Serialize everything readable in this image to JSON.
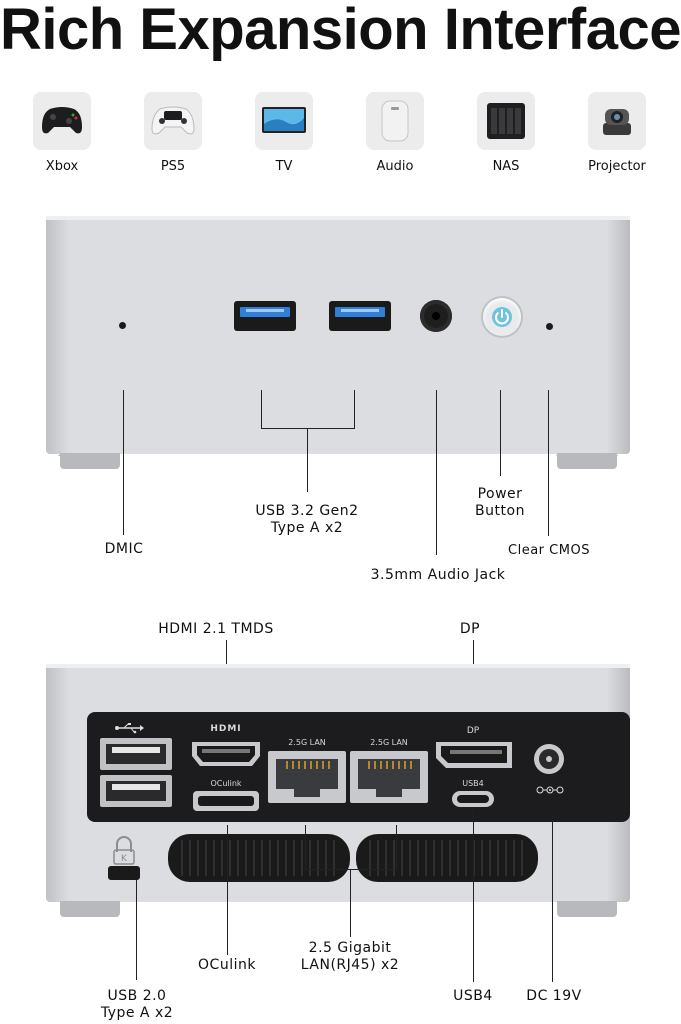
{
  "title": "Rich Expansion Interface",
  "devices": [
    {
      "label": "Xbox",
      "icon": "gamepad-icon"
    },
    {
      "label": "PS5",
      "icon": "ps5-controller-icon"
    },
    {
      "label": "TV",
      "icon": "tv-icon"
    },
    {
      "label": "Audio",
      "icon": "speaker-icon"
    },
    {
      "label": "NAS",
      "icon": "nas-icon"
    },
    {
      "label": "Projector",
      "icon": "projector-icon"
    }
  ],
  "front": {
    "usb_label_1": "USB 3.2 Gen2",
    "usb_label_2": "Type A x2",
    "power_label_1": "Power",
    "power_label_2": "Button",
    "dmic_label": "DMIC",
    "cmos_label": "Clear CMOS",
    "audio_label": "3.5mm Audio Jack"
  },
  "rear": {
    "hdmi_callout": "HDMI 2.1 TMDS",
    "dp_callout": "DP",
    "hdmi_logo": "HDMI",
    "oculink_port": "OCulink",
    "lan_port_1": "2.5G LAN",
    "lan_port_2": "2.5G LAN",
    "dp_port": "DP",
    "usb4_port": "USB4",
    "oculink_label": "OCulink",
    "lan_label_1": "2.5 Gigabit",
    "lan_label_2": "LAN(RJ45) x2",
    "usb4_label": "USB4",
    "dc_label": "DC 19V",
    "usb2_label_1": "USB 2.0",
    "usb2_label_2": "Type A x2"
  },
  "colors": {
    "chassis": "#dcdde0",
    "panel": "#1c1c1e",
    "usb3_blue": "#2f7fd8",
    "power_glow": "#6fc3df"
  }
}
